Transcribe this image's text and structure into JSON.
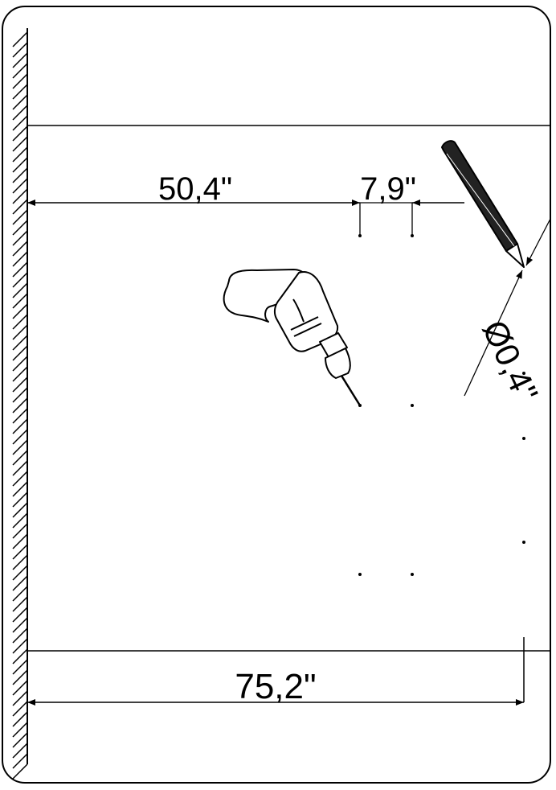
{
  "dimensions": {
    "offset_label": "50,4\"",
    "spacing_label": "7,9\"",
    "hole_diameter_label": "Ø0,4\"",
    "total_width_label": "75,2\""
  },
  "icons": {
    "wall": "hatched-wall-icon",
    "drill": "power-drill-icon",
    "pencil": "pencil-icon"
  },
  "colors": {
    "line": "#000000",
    "background": "#ffffff",
    "drill_body": "#ffffff",
    "pencil_body": "#222222"
  }
}
